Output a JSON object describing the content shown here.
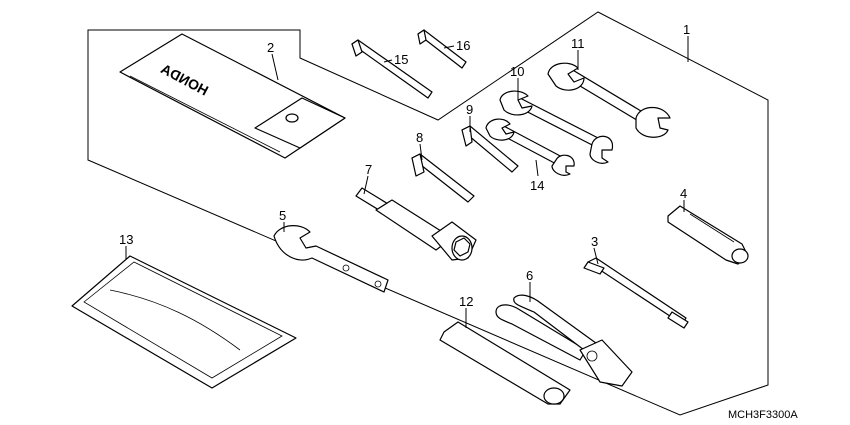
{
  "diagram": {
    "drawing_code": "MCH3F3300A",
    "callouts": [
      {
        "id": "c1",
        "label": "1"
      },
      {
        "id": "c2",
        "label": "2"
      },
      {
        "id": "c3",
        "label": "3"
      },
      {
        "id": "c4",
        "label": "4"
      },
      {
        "id": "c5",
        "label": "5"
      },
      {
        "id": "c6",
        "label": "6"
      },
      {
        "id": "c7",
        "label": "7"
      },
      {
        "id": "c8",
        "label": "8"
      },
      {
        "id": "c9",
        "label": "9"
      },
      {
        "id": "c10",
        "label": "10"
      },
      {
        "id": "c11",
        "label": "11"
      },
      {
        "id": "c12",
        "label": "12"
      },
      {
        "id": "c13",
        "label": "13"
      },
      {
        "id": "c14",
        "label": "14"
      },
      {
        "id": "c15",
        "label": "15"
      },
      {
        "id": "c16",
        "label": "16"
      }
    ],
    "bag_logo": "HONDA"
  }
}
